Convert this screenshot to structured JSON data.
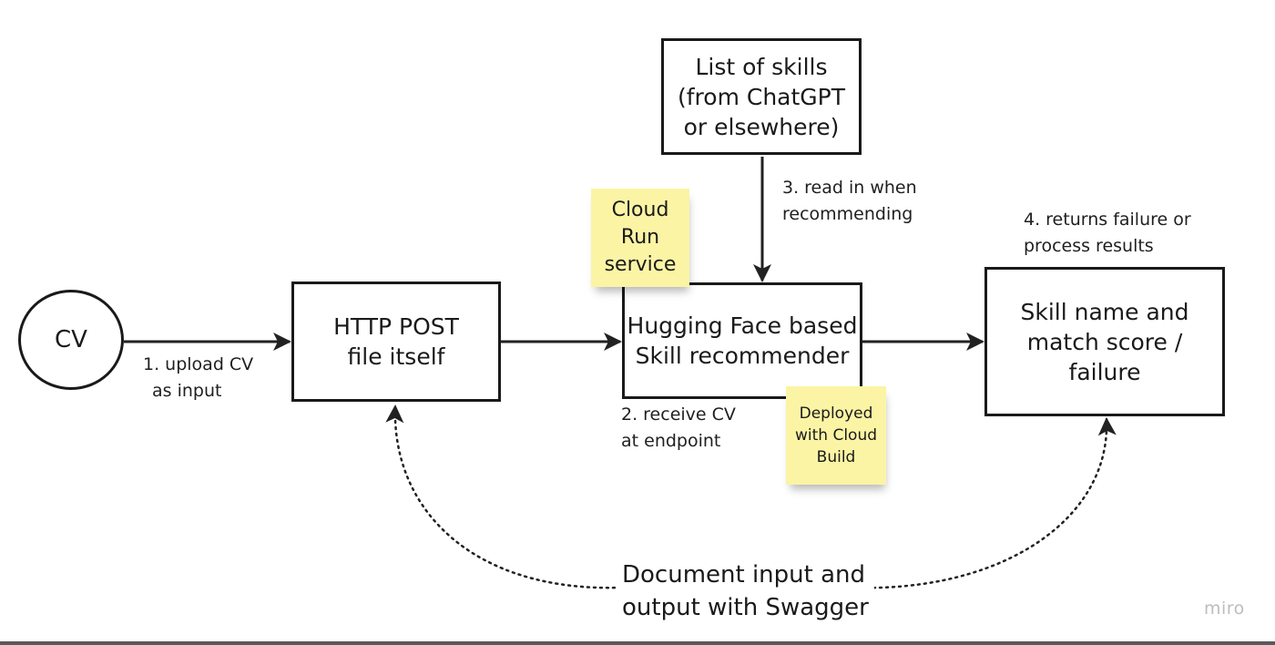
{
  "nodes": {
    "cv": {
      "label": "CV"
    },
    "http_post": {
      "lines": [
        "HTTP POST",
        "file itself"
      ]
    },
    "recommender": {
      "lines": [
        "Hugging Face based",
        "Skill recommender"
      ]
    },
    "skill_list": {
      "lines": [
        "List of skills",
        "(from ChatGPT",
        "or elsewhere)"
      ]
    },
    "result": {
      "lines": [
        "Skill name and",
        "match score /",
        "failure"
      ]
    }
  },
  "edge_labels": {
    "upload": [
      "1. upload CV",
      "as input"
    ],
    "receive": [
      "2. receive CV",
      "at endpoint"
    ],
    "read_in": [
      "3. read in when",
      "recommending"
    ],
    "returns": [
      "4. returns failure or",
      "process results"
    ]
  },
  "stickies": {
    "cloud_run": [
      "Cloud",
      "Run",
      "service"
    ],
    "cloud_build": [
      "Deployed",
      "with Cloud",
      "Build"
    ]
  },
  "swagger_note": [
    "Document input and",
    "output with Swagger"
  ],
  "watermark": "miro",
  "colors": {
    "stroke": "#1a1a1a",
    "sticky": "#fbf4a5",
    "watermark": "#bdbdbd"
  }
}
